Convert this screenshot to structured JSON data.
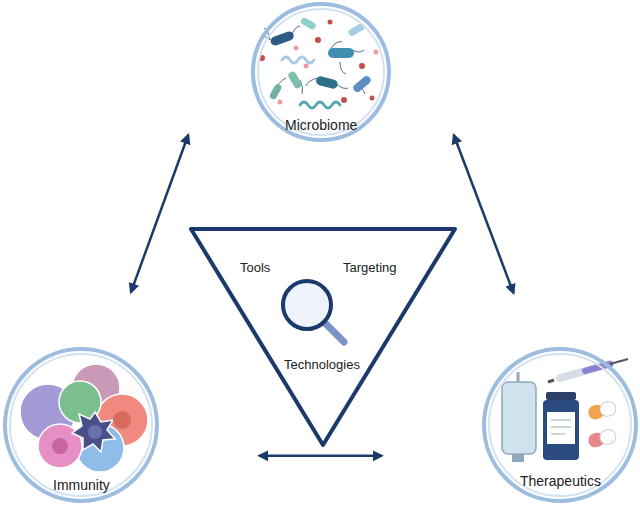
{
  "diagram": {
    "nodes": [
      {
        "text": [
          "Microbiome"
        ]
      },
      {
        "text": [
          "Tools",
          "Targeting",
          "Technologies"
        ]
      },
      {
        "text": [
          "Immunity"
        ]
      },
      {
        "text": [
          "Therapeutics"
        ]
      }
    ],
    "edges": [
      {
        "from": 0,
        "to": 2,
        "arrow": "both"
      },
      {
        "from": 0,
        "to": 3,
        "arrow": "both"
      },
      {
        "from": 2,
        "to": 3,
        "arrow": "both"
      }
    ]
  }
}
